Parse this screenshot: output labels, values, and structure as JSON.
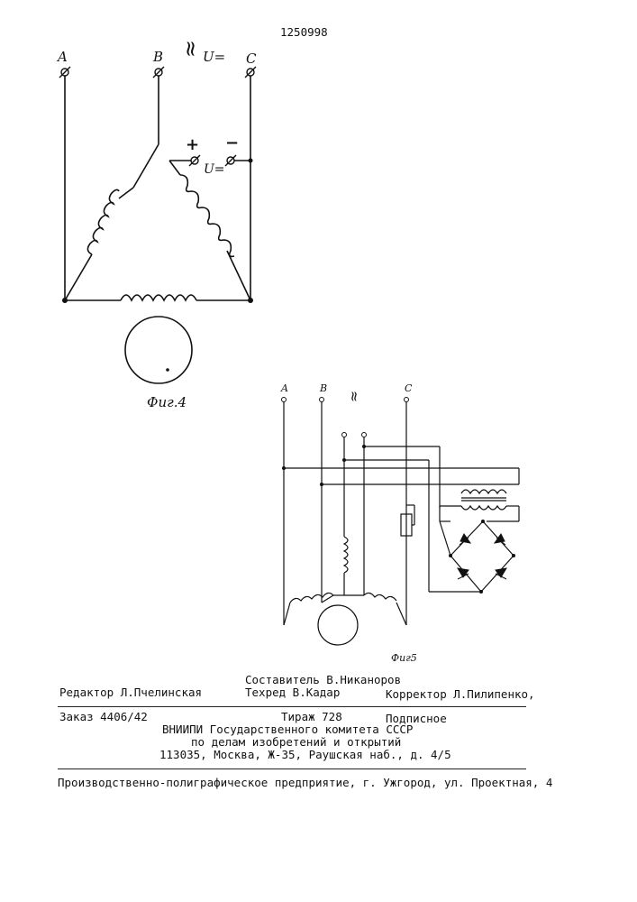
{
  "patent_number": "1250998",
  "fig4": {
    "caption": "Фиг.4",
    "terminals": [
      "A",
      "B",
      "C"
    ],
    "ac_symbol": "≈",
    "ac_label": "U=",
    "dc_plus": "+",
    "dc_minus": "−",
    "dc_label": "U="
  },
  "fig5": {
    "caption": "Фиг5",
    "terminals": [
      "A",
      "B",
      "C"
    ],
    "ac_symbol": "≈"
  },
  "imprint": {
    "editor": "Редактор Л.Пчелинская",
    "compiler": "Составитель В.Никаноров",
    "techred": "Техред В.Кадар",
    "corrector": "Корректор Л.Пилипенко,",
    "order": "Заказ 4406/42",
    "circulation": "Тираж 728",
    "subscription": "Подписное",
    "institute_1": "ВНИИПИ Государственного комитета СССР",
    "institute_2": "по делам изобретений и открытий",
    "address": "113035, Москва, Ж-35, Раушская наб., д. 4/5",
    "printer": "Производственно-полиграфическое предприятие, г. Ужгород, ул. Проектная, 4"
  }
}
